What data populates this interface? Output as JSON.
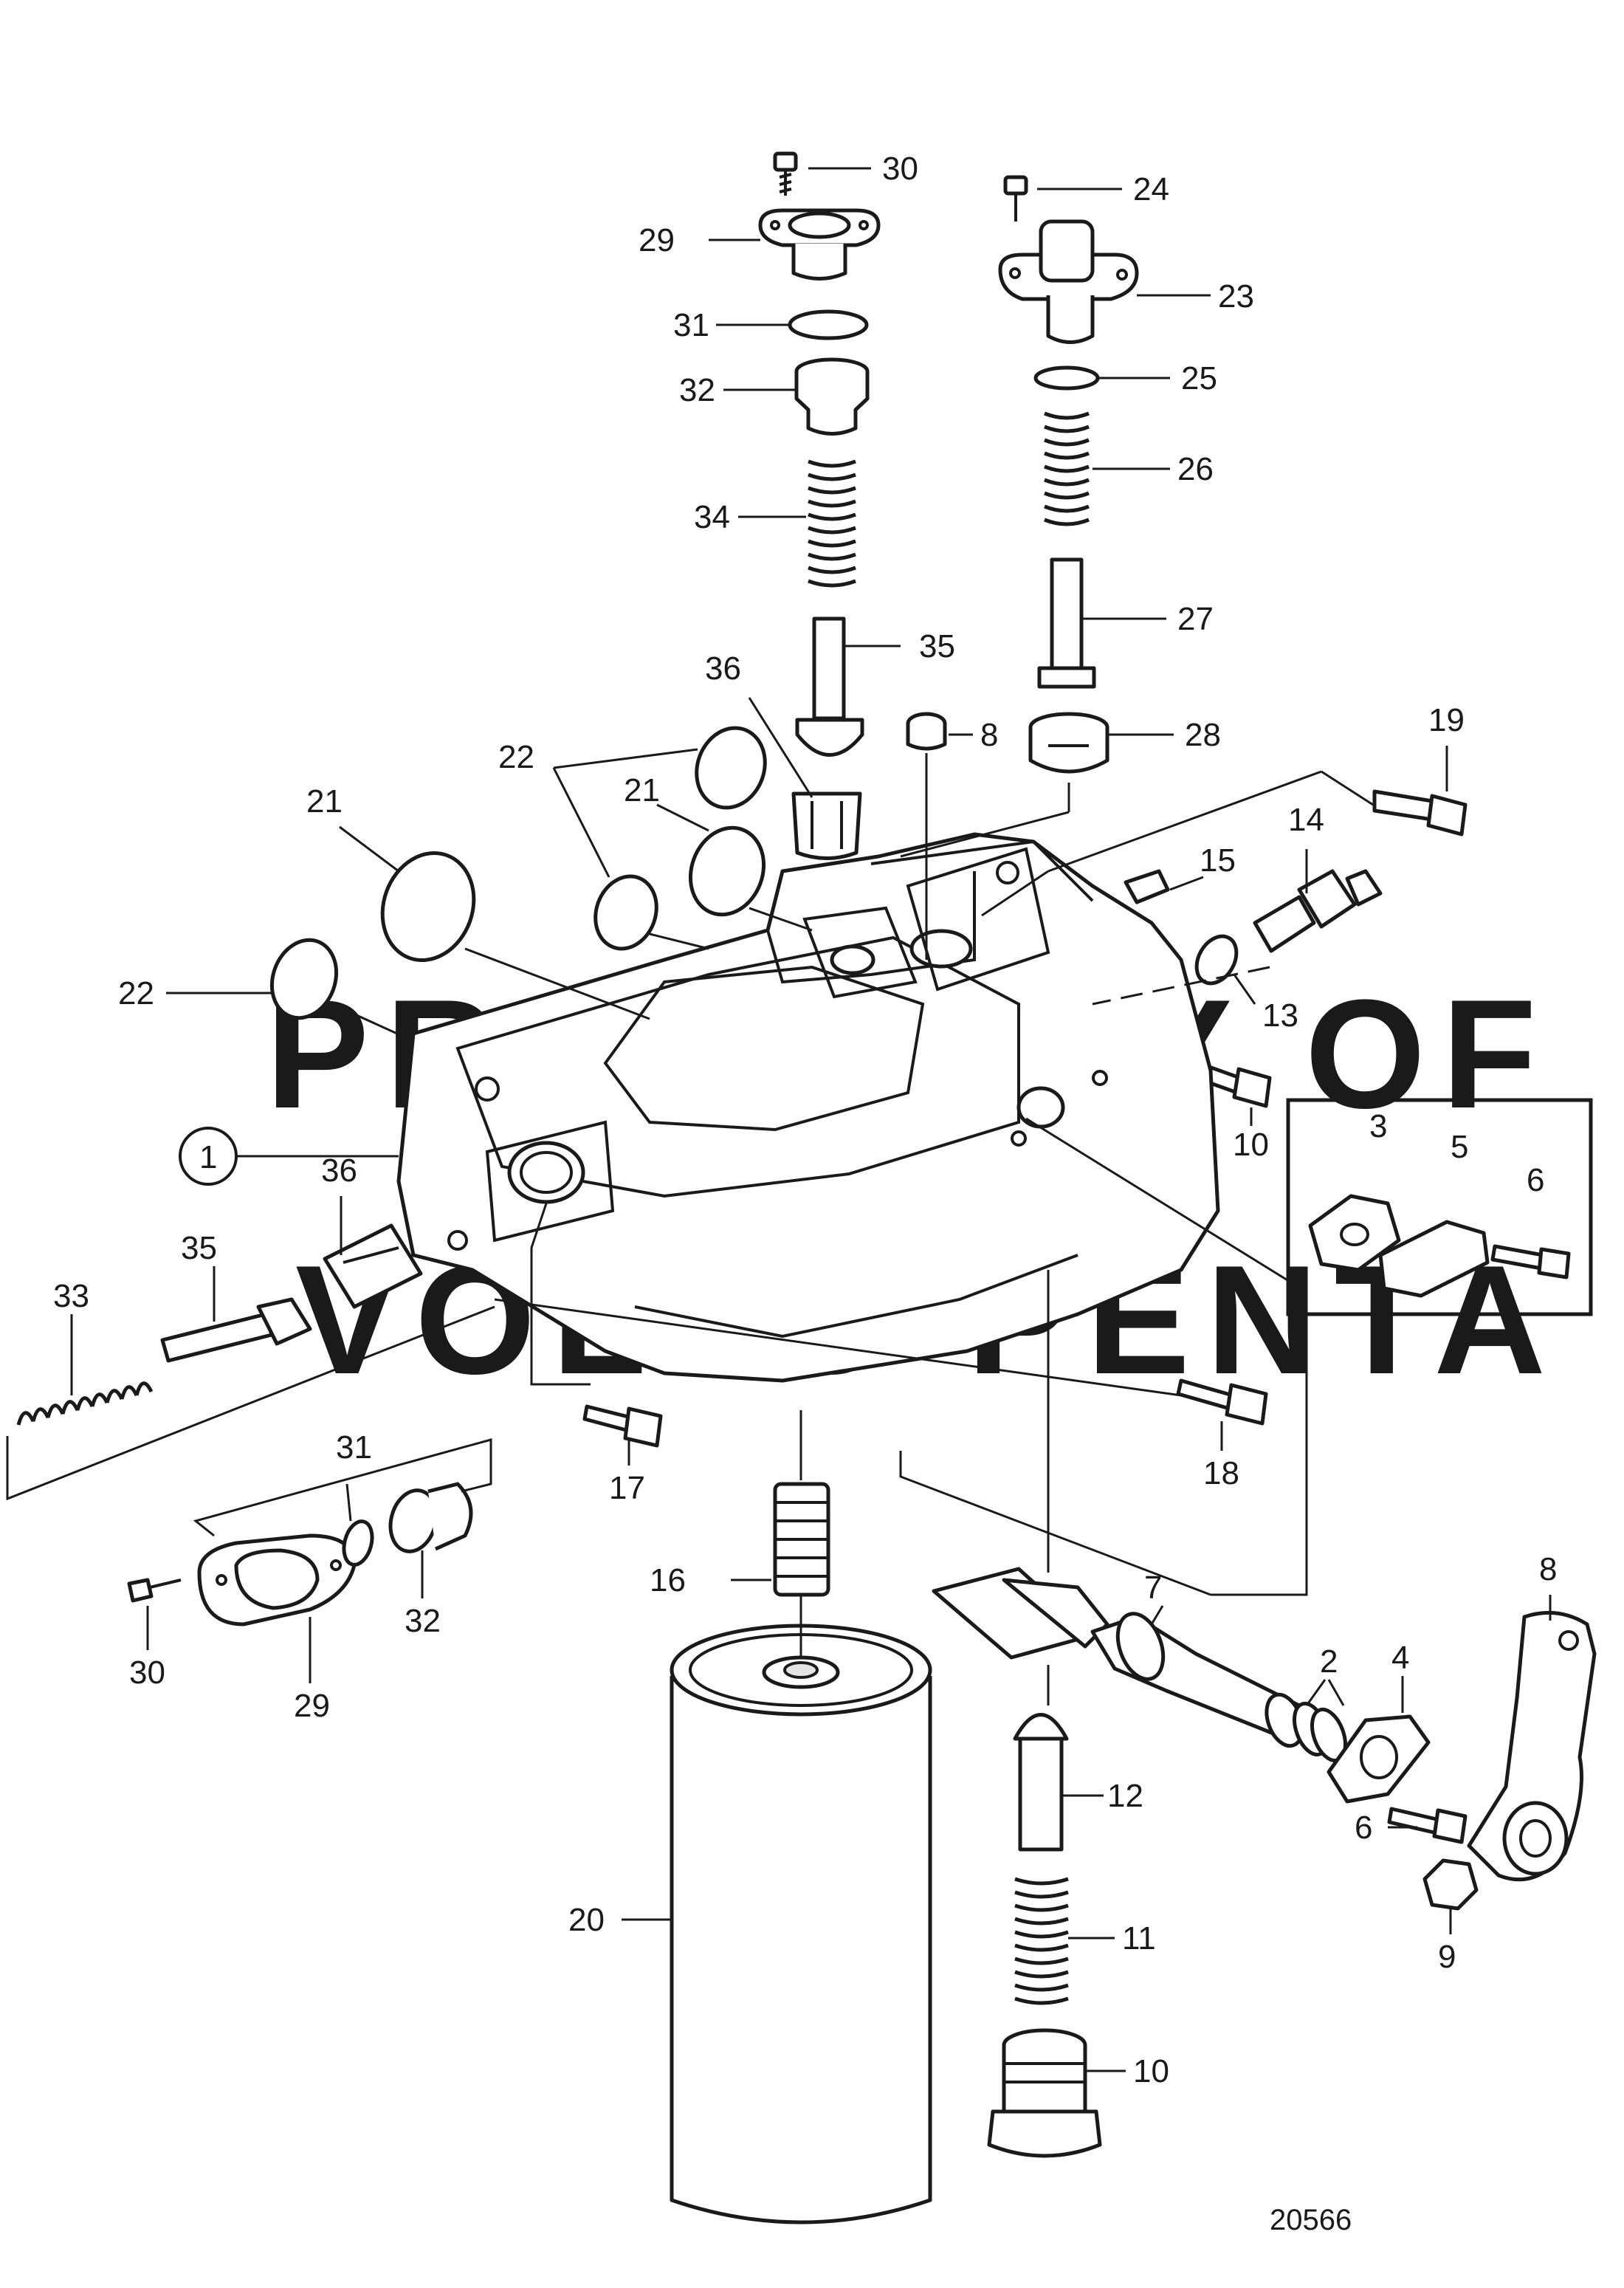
{
  "watermark": {
    "line1": "PROPERTY OF",
    "line2": "VOLVO PENTA"
  },
  "reference_number": "20566",
  "callouts": [
    {
      "id": "c30a",
      "label": "30"
    },
    {
      "id": "c29a",
      "label": "29"
    },
    {
      "id": "c31a",
      "label": "31"
    },
    {
      "id": "c32a",
      "label": "32"
    },
    {
      "id": "c34",
      "label": "34"
    },
    {
      "id": "c35a",
      "label": "35"
    },
    {
      "id": "c36a",
      "label": "36"
    },
    {
      "id": "c24",
      "label": "24"
    },
    {
      "id": "c23",
      "label": "23"
    },
    {
      "id": "c25",
      "label": "25"
    },
    {
      "id": "c26",
      "label": "26"
    },
    {
      "id": "c27",
      "label": "27"
    },
    {
      "id": "c28",
      "label": "28"
    },
    {
      "id": "c8a",
      "label": "8"
    },
    {
      "id": "c22a",
      "label": "22"
    },
    {
      "id": "c21a",
      "label": "21"
    },
    {
      "id": "c21b",
      "label": "21"
    },
    {
      "id": "c22b",
      "label": "22"
    },
    {
      "id": "c19",
      "label": "19"
    },
    {
      "id": "c14",
      "label": "14"
    },
    {
      "id": "c15",
      "label": "15"
    },
    {
      "id": "c13",
      "label": "13"
    },
    {
      "id": "c10a",
      "label": "10"
    },
    {
      "id": "c1",
      "label": "1"
    },
    {
      "id": "c3",
      "label": "3"
    },
    {
      "id": "c5",
      "label": "5"
    },
    {
      "id": "c6a",
      "label": "6"
    },
    {
      "id": "c36b",
      "label": "36"
    },
    {
      "id": "c35b",
      "label": "35"
    },
    {
      "id": "c33",
      "label": "33"
    },
    {
      "id": "c18",
      "label": "18"
    },
    {
      "id": "c17",
      "label": "17"
    },
    {
      "id": "c31b",
      "label": "31"
    },
    {
      "id": "c16",
      "label": "16"
    },
    {
      "id": "c7",
      "label": "7"
    },
    {
      "id": "c8b",
      "label": "8"
    },
    {
      "id": "c2",
      "label": "2"
    },
    {
      "id": "c4",
      "label": "4"
    },
    {
      "id": "c32b",
      "label": "32"
    },
    {
      "id": "c30b",
      "label": "30"
    },
    {
      "id": "c29b",
      "label": "29"
    },
    {
      "id": "c12",
      "label": "12"
    },
    {
      "id": "c6b",
      "label": "6"
    },
    {
      "id": "c9",
      "label": "9"
    },
    {
      "id": "c20",
      "label": "20"
    },
    {
      "id": "c11",
      "label": "11"
    },
    {
      "id": "c10b",
      "label": "10"
    }
  ]
}
